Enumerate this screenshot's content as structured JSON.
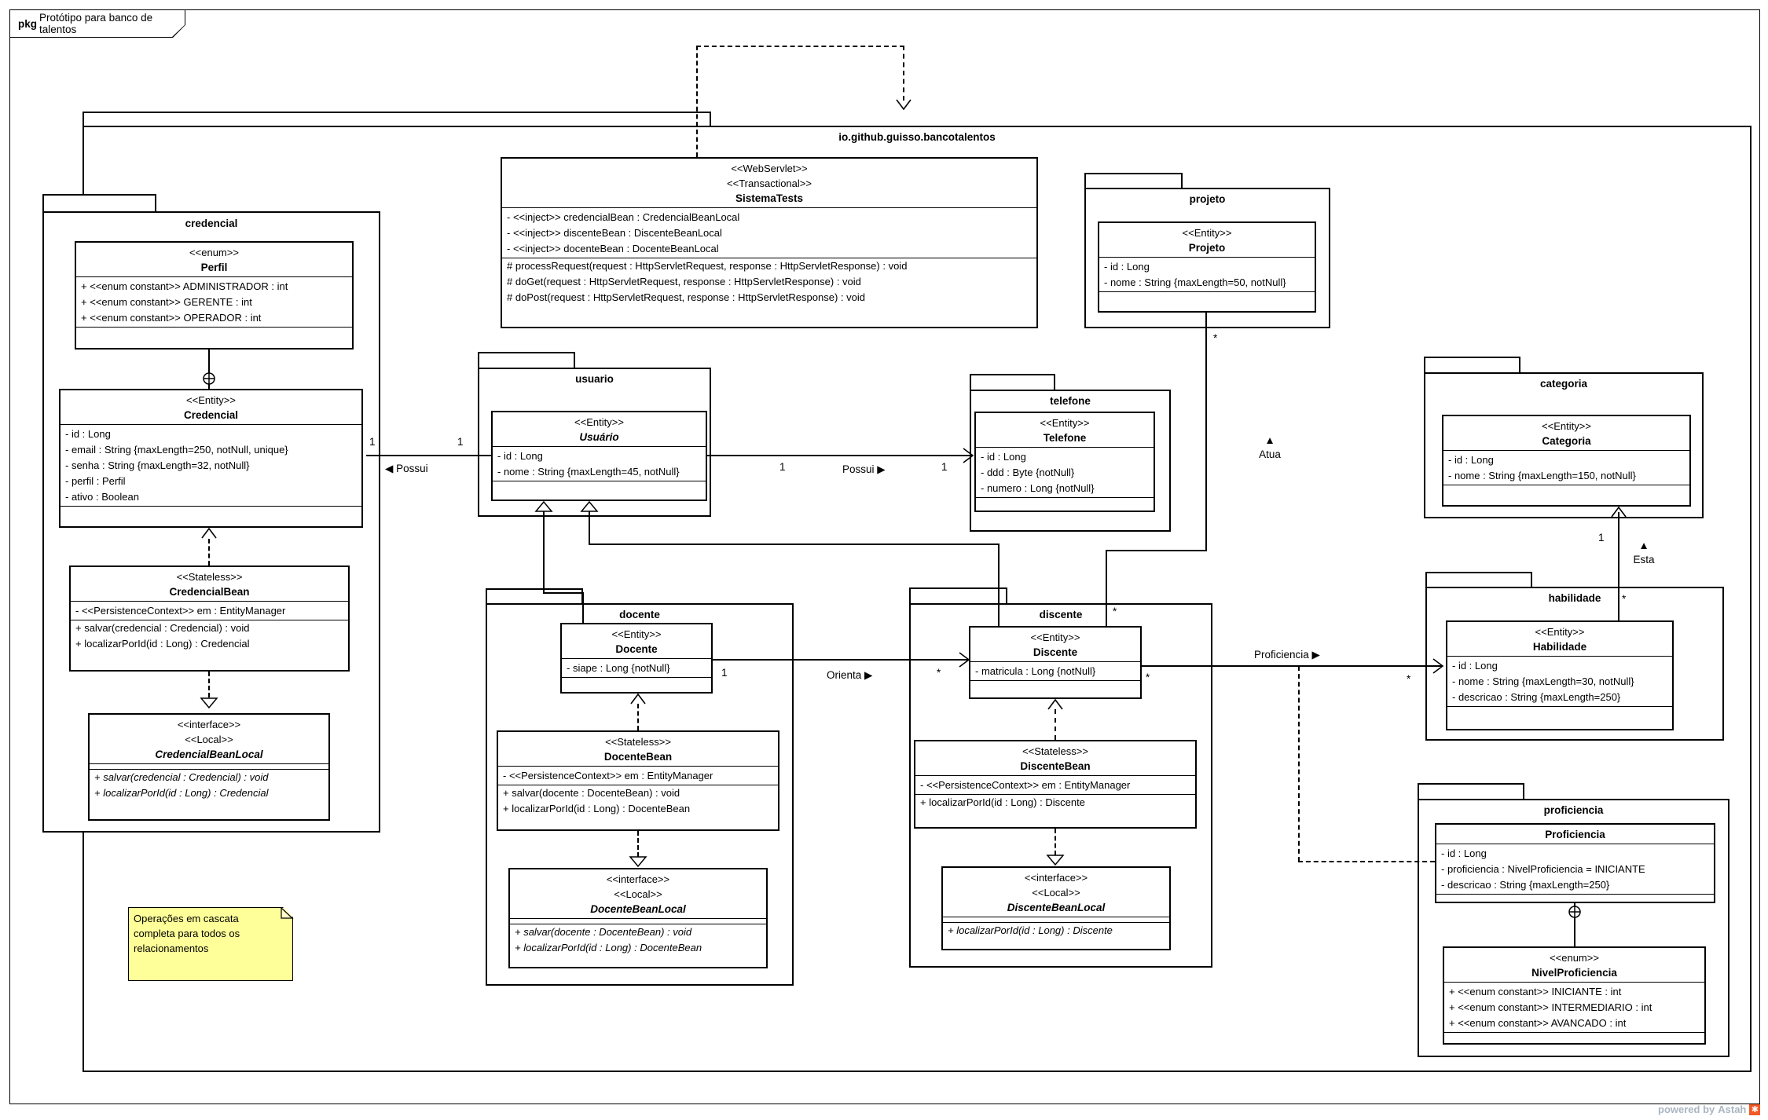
{
  "frame": {
    "tag": "pkg",
    "title": "Protótipo para banco de talentos"
  },
  "root_package": {
    "name": "io.github.guisso.bancotalentos"
  },
  "packages": {
    "credencial": {
      "name": "credencial"
    },
    "usuario": {
      "name": "usuario"
    },
    "telefone": {
      "name": "telefone"
    },
    "projeto": {
      "name": "projeto"
    },
    "docente": {
      "name": "docente"
    },
    "discente": {
      "name": "discente"
    },
    "categoria": {
      "name": "categoria"
    },
    "habilidade": {
      "name": "habilidade"
    },
    "proficiencia": {
      "name": "proficiencia"
    }
  },
  "classes": {
    "sistemaTests": {
      "stereotypes": [
        "<<WebServlet>>",
        "<<Transactional>>"
      ],
      "name": "SistemaTests",
      "attrs": [
        "- <<inject>> credencialBean : CredencialBeanLocal",
        "- <<inject>> discenteBean : DiscenteBeanLocal",
        "- <<inject>> docenteBean : DocenteBeanLocal"
      ],
      "ops": [
        "# processRequest(request : HttpServletRequest, response : HttpServletResponse) : void",
        "# doGet(request : HttpServletRequest, response : HttpServletResponse) : void",
        "# doPost(request : HttpServletRequest, response : HttpServletResponse) : void"
      ]
    },
    "perfil": {
      "stereotypes": [
        "<<enum>>"
      ],
      "name": "Perfil",
      "attrs": [
        "+ <<enum constant>> ADMINISTRADOR : int",
        "+ <<enum constant>> GERENTE : int",
        "+ <<enum constant>> OPERADOR : int"
      ],
      "ops": []
    },
    "credencial": {
      "stereotypes": [
        "<<Entity>>"
      ],
      "name": "Credencial",
      "attrs": [
        "- id : Long",
        "- email : String {maxLength=250, notNull, unique}",
        "- senha : String {maxLength=32, notNull}",
        "- perfil : Perfil",
        "- ativo : Boolean"
      ],
      "ops": []
    },
    "credencialBean": {
      "stereotypes": [
        "<<Stateless>>"
      ],
      "name": "CredencialBean",
      "attrs": [
        "- <<PersistenceContext>> em : EntityManager"
      ],
      "ops": [
        "+ salvar(credencial : Credencial) : void",
        "+ localizarPorId(id : Long) : Credencial"
      ]
    },
    "credencialBeanLocal": {
      "stereotypes": [
        "<<interface>>",
        "<<Local>>"
      ],
      "name": "CredencialBeanLocal",
      "attrs": [],
      "ops": [
        "+ salvar(credencial : Credencial) : void",
        "+ localizarPorId(id : Long) : Credencial"
      ]
    },
    "usuario": {
      "stereotypes": [
        "<<Entity>>"
      ],
      "name": "Usuário",
      "attrs": [
        "- id : Long",
        "- nome : String {maxLength=45, notNull}"
      ],
      "ops": []
    },
    "telefone": {
      "stereotypes": [
        "<<Entity>>"
      ],
      "name": "Telefone",
      "attrs": [
        "- id : Long",
        "- ddd : Byte {notNull}",
        "- numero : Long {notNull}"
      ],
      "ops": []
    },
    "projeto": {
      "stereotypes": [
        "<<Entity>>"
      ],
      "name": "Projeto",
      "attrs": [
        "- id : Long",
        "- nome : String {maxLength=50, notNull}"
      ],
      "ops": []
    },
    "docente": {
      "stereotypes": [
        "<<Entity>>"
      ],
      "name": "Docente",
      "attrs": [
        "- siape : Long {notNull}"
      ],
      "ops": []
    },
    "docenteBean": {
      "stereotypes": [
        "<<Stateless>>"
      ],
      "name": "DocenteBean",
      "attrs": [
        "- <<PersistenceContext>> em : EntityManager"
      ],
      "ops": [
        "+ salvar(docente : DocenteBean) : void",
        "+ localizarPorId(id : Long) : DocenteBean"
      ]
    },
    "docenteBeanLocal": {
      "stereotypes": [
        "<<interface>>",
        "<<Local>>"
      ],
      "name": "DocenteBeanLocal",
      "attrs": [],
      "ops": [
        "+ salvar(docente : DocenteBean) : void",
        "+ localizarPorId(id : Long) : DocenteBean"
      ]
    },
    "discente": {
      "stereotypes": [
        "<<Entity>>"
      ],
      "name": "Discente",
      "attrs": [
        "- matricula : Long {notNull}"
      ],
      "ops": []
    },
    "discenteBean": {
      "stereotypes": [
        "<<Stateless>>"
      ],
      "name": "DiscenteBean",
      "attrs": [
        "- <<PersistenceContext>> em : EntityManager"
      ],
      "ops": [
        "+ localizarPorId(id : Long) : Discente"
      ]
    },
    "discenteBeanLocal": {
      "stereotypes": [
        "<<interface>>",
        "<<Local>>"
      ],
      "name": "DiscenteBeanLocal",
      "attrs": [],
      "ops": [
        "+ localizarPorId(id : Long) : Discente"
      ]
    },
    "categoria": {
      "stereotypes": [
        "<<Entity>>"
      ],
      "name": "Categoria",
      "attrs": [
        "- id : Long",
        "- nome : String {maxLength=150, notNull}"
      ],
      "ops": []
    },
    "habilidade": {
      "stereotypes": [
        "<<Entity>>"
      ],
      "name": "Habilidade",
      "attrs": [
        "- id : Long",
        "- nome : String {maxLength=30, notNull}",
        "- descricao : String {maxLength=250}"
      ],
      "ops": []
    },
    "proficiencia": {
      "stereotypes": [],
      "name": "Proficiencia",
      "attrs": [
        "- id : Long",
        "- proficiencia : NivelProficiencia = INICIANTE",
        "- descricao : String {maxLength=250}"
      ],
      "ops": []
    },
    "nivelProficiencia": {
      "stereotypes": [
        "<<enum>>"
      ],
      "name": "NivelProficiencia",
      "attrs": [
        "+ <<enum constant>> INICIANTE : int",
        "+ <<enum constant>> INTERMEDIARIO : int",
        "+ <<enum constant>> AVANCADO : int"
      ],
      "ops": []
    }
  },
  "relations": {
    "possui_credencial": {
      "label": "◀ Possui",
      "m1": "1",
      "m2": "1"
    },
    "possui_telefone": {
      "label": "Possui ▶",
      "m1": "1",
      "m2": "1"
    },
    "orienta": {
      "label": "Orienta ▶",
      "m1": "1",
      "m2": "*"
    },
    "atua": {
      "label": "▲\nAtua",
      "m1": "*",
      "m2": "*"
    },
    "proficiencia": {
      "label": "Proficiencia ▶",
      "m1": "*",
      "m2": "*"
    },
    "esta": {
      "label": "▲\nEsta",
      "m1": "1",
      "m2": "*"
    }
  },
  "note": {
    "text": "Operações em cascata\ncompleta para todos os\nrelacionamentos"
  },
  "watermark": {
    "text": "powered by",
    "brand": "Astah",
    "logo_icon": "astah-logo-icon",
    "text_color": "#aab6c2",
    "logo_color": "#f05a28"
  },
  "colors": {
    "note_fill": "#ffff99",
    "line": "#000000",
    "background": "#ffffff"
  }
}
